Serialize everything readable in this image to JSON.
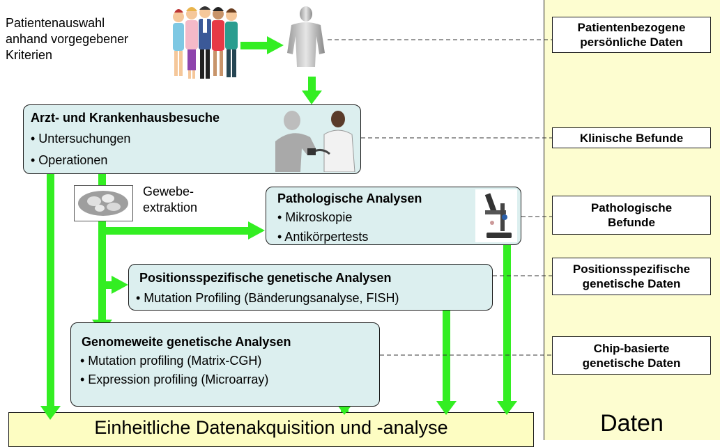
{
  "patient_selection": {
    "line1": "Patientenauswahl",
    "line2": "anhand vorgegebener",
    "line3": "Kriterien"
  },
  "visits_box": {
    "title": "Arzt- und Krankenhausbesuche",
    "items": [
      "• Untersuchungen",
      "• Operationen"
    ]
  },
  "tissue": {
    "line1": "Gewebe-",
    "line2": "extraktion"
  },
  "pathology_box": {
    "title": "Pathologische Analysen",
    "items": [
      "• Mikroskopie",
      "• Antikörpertests"
    ]
  },
  "positional_box": {
    "title": "Positionsspezifische genetische Analysen",
    "items": [
      "• Mutation Profiling (Bänderungsanalyse, FISH)"
    ]
  },
  "genome_box": {
    "title": "Genomeweite genetische Analysen",
    "items": [
      "• Mutation profiling (Matrix-CGH)",
      "• Expression profiling (Microarray)"
    ]
  },
  "bottom_box": {
    "label": "Einheitliche Datenakquisition und -analyse"
  },
  "data_panel": {
    "label": "Daten",
    "boxes": [
      {
        "line1": "Patientenbezogene",
        "line2": "persönliche Daten"
      },
      {
        "line1": "Klinische Befunde",
        "line2": ""
      },
      {
        "line1": "Pathologische",
        "line2": "Befunde"
      },
      {
        "line1": "Positionsspezifische",
        "line2": "genetische Daten"
      },
      {
        "line1": "Chip-basierte",
        "line2": "genetische Daten"
      }
    ]
  },
  "colors": {
    "arrow": "#33ee22",
    "box_fill": "#dcefef",
    "panel_fill": "#fdfdd0",
    "bottom_fill": "#fdfdc2"
  }
}
